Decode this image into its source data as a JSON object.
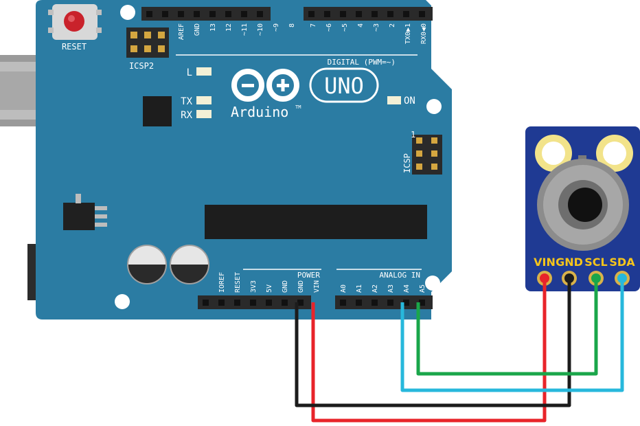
{
  "board": {
    "reset_label": "RESET",
    "icsp2_label": "ICSP2",
    "icsp_label": "ICSP",
    "icsp_pin1": "1",
    "led_l": "L",
    "led_tx": "TX",
    "led_rx": "RX",
    "led_on": "ON",
    "logo_uno": "UNO",
    "brand": "Arduino",
    "tm": "TM",
    "digital_label": "DIGITAL (PWM=~)",
    "power_label": "POWER",
    "analog_label": "ANALOG IN",
    "top_pins_left": [
      "AREF",
      "GND",
      "13",
      "12",
      "~11",
      "~10",
      "~9",
      "8"
    ],
    "top_pins_right": [
      "7",
      "~6",
      "~5",
      "4",
      "~3",
      "2",
      "TX0▶1",
      "RX0◀0"
    ],
    "power_pins": [
      "IOREF",
      "RESET",
      "3V3",
      "5V",
      "GND",
      "GND",
      "VIN"
    ],
    "analog_pins": [
      "A0",
      "A1",
      "A2",
      "A3",
      "A4",
      "A5"
    ]
  },
  "module": {
    "pins": [
      "VIN",
      "GND",
      "SCL",
      "SDA"
    ]
  },
  "wires": {
    "colors": {
      "vin": "#e8242a",
      "gnd": "#1c1c1c",
      "scl": "#1aa64a",
      "sda": "#27b8dc"
    }
  },
  "colors": {
    "board": "#2b7ca3",
    "module": "#1f3a93",
    "header": "#2a2a2a",
    "pad": "#f2e38a"
  }
}
